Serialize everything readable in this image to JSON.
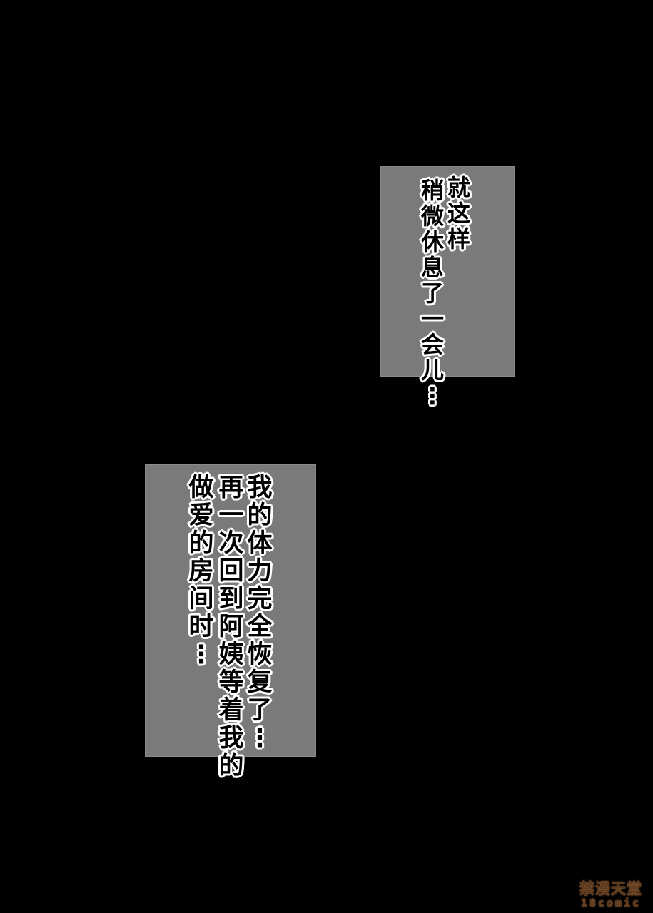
{
  "page": {
    "background": "#000000",
    "box_color": "#7a7a7a"
  },
  "captions": [
    {
      "columns": [
        "就这样",
        "稍微休息了一会儿…"
      ]
    },
    {
      "columns": [
        "我的体力完全恢复了…",
        "再一次回到阿姨等着我的",
        "做爱的房间时…"
      ]
    }
  ],
  "watermark": {
    "top": "禁漫天堂",
    "bottom": "18comic"
  }
}
